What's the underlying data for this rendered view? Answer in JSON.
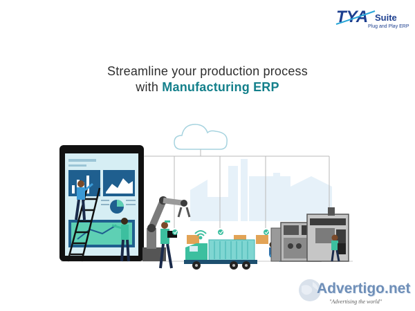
{
  "brand": {
    "logo_mark_text": "TYA",
    "logo_suite": "Suite",
    "logo_tagline": "Plug and Play ERP"
  },
  "headline": {
    "line1": "Streamline your production process",
    "line2_prefix": "with ",
    "line2_accent": "Manufacturing ERP"
  },
  "watermark": {
    "site": "Advertigo.net",
    "tagline": "\"Advertising  the world\""
  },
  "colors": {
    "accent_teal": "#14808b",
    "brand_blue": "#1d3f8f",
    "screen_green": "#5ed0b4",
    "container_teal": "#7fd6d2"
  }
}
